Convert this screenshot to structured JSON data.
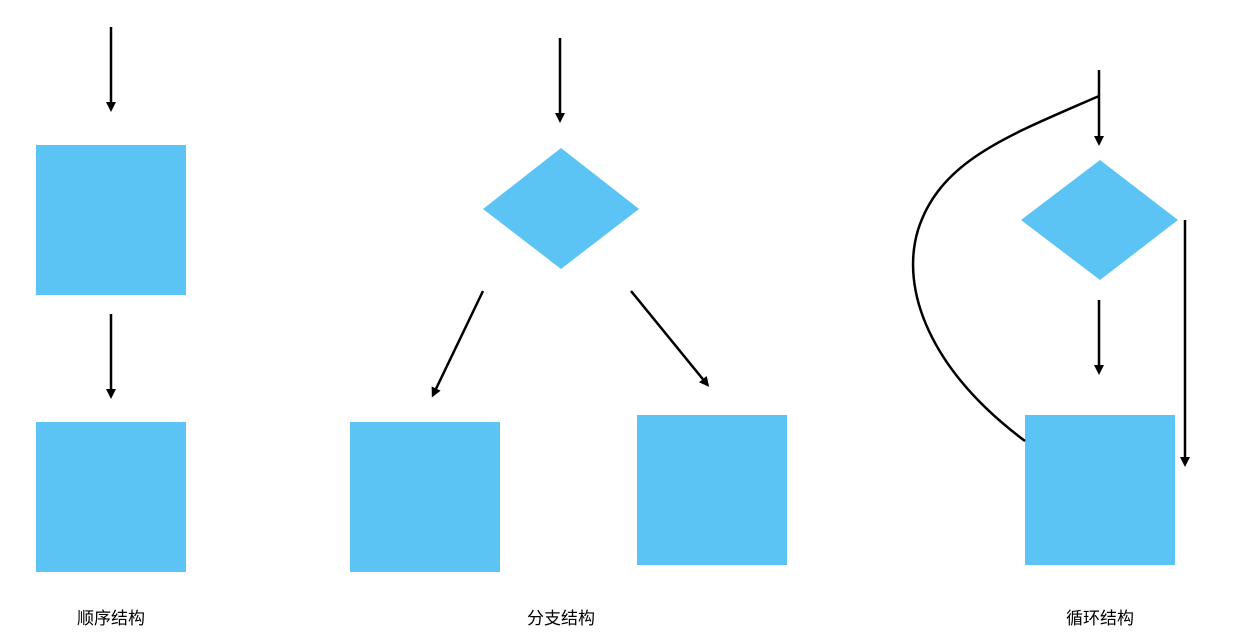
{
  "colors": {
    "shape_fill": "#5BC4F5",
    "line": "#000000",
    "background": "#FFFFFF"
  },
  "diagrams": [
    {
      "id": "sequence",
      "label": "顺序结构"
    },
    {
      "id": "branch",
      "label": "分支结构"
    },
    {
      "id": "loop",
      "label": "循环结构"
    }
  ]
}
